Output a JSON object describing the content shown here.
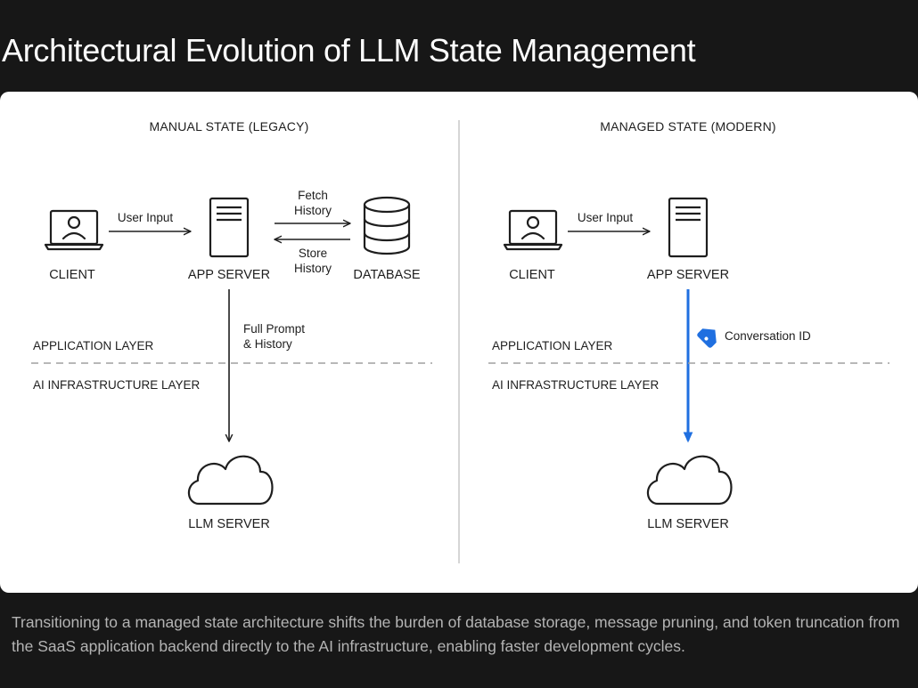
{
  "page": {
    "title": "Architectural Evolution of LLM State Management",
    "caption": "Transitioning to a managed state architecture shifts the burden of database storage, message pruning, and token truncation from the SaaS application backend directly to the AI infrastructure, enabling faster development cycles."
  },
  "colors": {
    "page_background": "#171717",
    "card_background": "#ffffff",
    "ink": "#1e1e1e",
    "accent_blue": "#1f6fe0",
    "divider": "#c8c8c8",
    "layer_dash": "#a0a0a0",
    "caption_text": "#b4b4b4"
  },
  "legacy": {
    "heading": "MANUAL STATE (LEGACY)",
    "client_label": "CLIENT",
    "app_server_label": "APP SERVER",
    "database_label": "DATABASE",
    "llm_server_label": "LLM SERVER",
    "user_input_label": "User Input",
    "fetch_label_1": "Fetch",
    "fetch_label_2": "History",
    "store_label_1": "Store",
    "store_label_2": "History",
    "prompt_label_1": "Full Prompt",
    "prompt_label_2": "& History",
    "application_layer": "APPLICATION LAYER",
    "infrastructure_layer": "AI INFRASTRUCTURE LAYER"
  },
  "modern": {
    "heading": "MANAGED STATE (MODERN)",
    "client_label": "CLIENT",
    "app_server_label": "APP SERVER",
    "llm_server_label": "LLM SERVER",
    "user_input_label": "User Input",
    "conversation_label": "Conversation ID",
    "application_layer": "APPLICATION LAYER",
    "infrastructure_layer": "AI INFRASTRUCTURE LAYER"
  },
  "icons": {
    "client": "laptop-user-icon",
    "app_server": "server-icon",
    "database": "database-icon",
    "llm_server": "cloud-icon",
    "conversation_id": "tag-icon"
  }
}
